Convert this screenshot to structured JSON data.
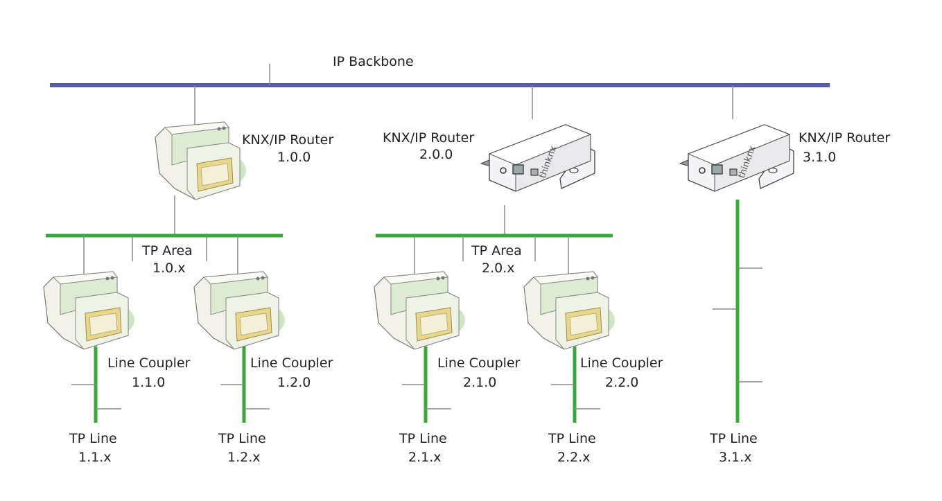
{
  "colors": {
    "backbone": "#5a5a9e",
    "tp_bus": "#3aa83a",
    "connector": "#8a8a8a",
    "coupler_body": "#f2f2ea",
    "coupler_green": "#cfe6c2",
    "coupler_yellow": "#e6d78a",
    "router_box": "#f4f4f6"
  },
  "backbone": {
    "label": "IP Backbone"
  },
  "routers": [
    {
      "name": "KNX/IP Router",
      "address": "1.0.0",
      "icon": "line-coupler-icon"
    },
    {
      "name": "KNX/IP Router",
      "address": "2.0.0",
      "icon": "thinknx-router-icon",
      "brand": "thinknx"
    },
    {
      "name": "KNX/IP Router",
      "address": "3.1.0",
      "icon": "thinknx-router-icon",
      "brand": "thinknx"
    }
  ],
  "areas": [
    {
      "name": "TP Area",
      "address": "1.0.x"
    },
    {
      "name": "TP Area",
      "address": "2.0.x"
    }
  ],
  "couplers": [
    {
      "name": "Line Coupler",
      "address": "1.1.0"
    },
    {
      "name": "Line Coupler",
      "address": "1.2.0"
    },
    {
      "name": "Line Coupler",
      "address": "2.1.0"
    },
    {
      "name": "Line Coupler",
      "address": "2.2.0"
    }
  ],
  "lines": [
    {
      "name": "TP Line",
      "address": "1.1.x"
    },
    {
      "name": "TP Line",
      "address": "1.2.x"
    },
    {
      "name": "TP Line",
      "address": "2.1.x"
    },
    {
      "name": "TP Line",
      "address": "2.2.x"
    },
    {
      "name": "TP Line",
      "address": "3.1.x"
    }
  ]
}
